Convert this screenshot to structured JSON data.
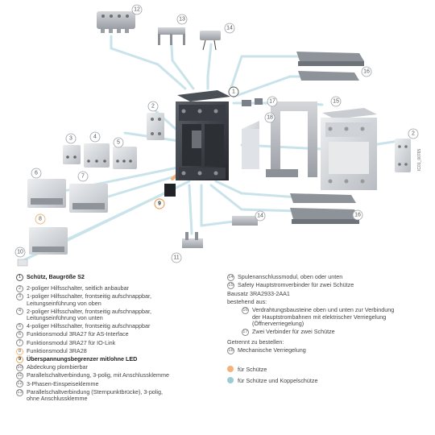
{
  "diagram": {
    "callouts": [
      "1",
      "2",
      "3",
      "4",
      "5",
      "6",
      "7",
      "8",
      "9",
      "10",
      "11",
      "12",
      "13",
      "14",
      "15",
      "16",
      "17",
      "18"
    ],
    "image_id": "IC01_00765"
  },
  "legend": {
    "main_item": {
      "num": "1",
      "text": "Schütz, Baugröße S2"
    },
    "left_items": [
      {
        "num": "2",
        "lines": [
          "2-poliger Hilfsschalter, seitlich anbaubar"
        ]
      },
      {
        "num": "3",
        "lines": [
          "1-poliger Hilfsschalter, frontseitig aufschnappbar,",
          "Leitungseinführung von oben"
        ]
      },
      {
        "num": "4",
        "lines": [
          "2-poliger Hilfsschalter, frontseitig aufschnappbar,",
          "Leitungseinführung von unten"
        ]
      },
      {
        "num": "5",
        "lines": [
          "4-poliger Hilfsschalter, frontseitig aufschnappbar"
        ]
      },
      {
        "num": "6",
        "lines": [
          "Funktionsmodul 3RA27 für AS-Interface"
        ]
      },
      {
        "num": "7",
        "lines": [
          "Funktionsmodul 3RA27 für IO-Link"
        ]
      },
      {
        "num": "8",
        "lines": [
          "Funktionsmodul 3RA28"
        ]
      },
      {
        "num": "9",
        "lines": [
          "Überspannungsbegrenzer mit/ohne LED"
        ]
      },
      {
        "num": "10",
        "lines": [
          "Abdeckung plombierbar"
        ]
      },
      {
        "num": "11",
        "lines": [
          "Parallelschaltverbindung, 3-polig, mit Anschlussklemme"
        ]
      },
      {
        "num": "12",
        "lines": [
          "3-Phasen-Einspeiseklemme"
        ]
      },
      {
        "num": "13",
        "lines": [
          "Parallelschaltverbindung (Sternpunktbrücke), 3-polig,",
          "ohne Anschlussklemme"
        ]
      }
    ],
    "right_items": [
      {
        "num": "14",
        "lines": [
          "Spulenanschlussmodul, oben oder unten"
        ]
      },
      {
        "num": "15",
        "lines": [
          "Safety Hauptstromverbinder für zwei Schütze"
        ]
      }
    ],
    "bausatz_title": "Bausatz 3RA2933-2AA1",
    "bausatz_sub": "bestehend aus:",
    "bausatz_items": [
      {
        "num": "16",
        "lines": [
          "Verdrahtungsbausteine oben und unten zur Verbindung",
          "der Hauptstrombahnen mit elektrischer Verriegelung",
          "(Öffnerverriegelung)"
        ]
      },
      {
        "num": "17",
        "lines": [
          "Zwei Verbinder für zwei Schütze"
        ]
      }
    ],
    "separate_title": "Getrennt zu bestellen:",
    "separate_items": [
      {
        "num": "18",
        "lines": [
          "Mechanische Verriegelung"
        ]
      }
    ],
    "key": [
      {
        "color": "#f2b27a",
        "text": "für Schütze"
      },
      {
        "color": "#9ccbd6",
        "text": "für Schütze und Koppelschütze"
      }
    ]
  }
}
